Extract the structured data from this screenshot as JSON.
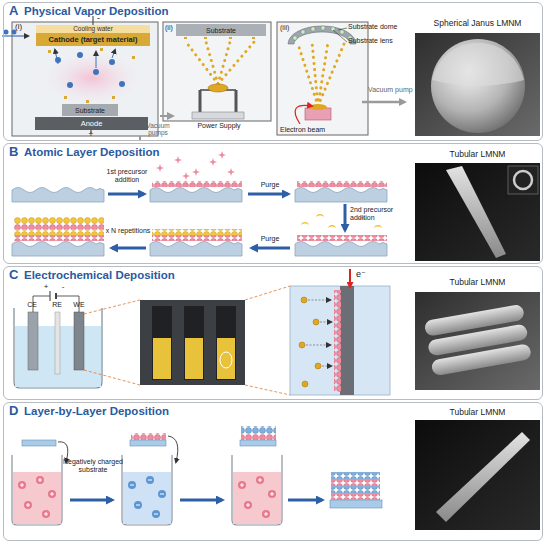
{
  "diagram": {
    "nodes": [
      {
        "text": [
          "A",
          "Physical Vapor Deposition"
        ]
      },
      {
        "text": [
          "Cooling water"
        ],
        "in": 0
      },
      {
        "text": [
          "Cathode (target material)"
        ],
        "in": 0
      },
      {
        "text": [
          "Substrate"
        ],
        "in": 0
      },
      {
        "text": [
          "Anode"
        ],
        "in": 0
      },
      {
        "text": [
          "Substrate"
        ],
        "in": 0
      },
      {
        "text": [
          "Spherical Janus LMNM"
        ],
        "in": 0
      },
      {
        "text": [
          "B",
          "Atomic Layer Deposition"
        ]
      },
      {
        "text": [
          "Tubular LMNM"
        ],
        "in": 7
      },
      {
        "text": [
          "C",
          "Electrochemical Deposition"
        ]
      },
      {
        "text": [
          "Tubular LMNM"
        ],
        "in": 9
      },
      {
        "text": [
          "D",
          "Layer-by-Layer Deposition"
        ]
      },
      {
        "text": [
          "Tubular LMNM"
        ],
        "in": 11
      }
    ],
    "labels": [
      "(i)",
      "-",
      "+",
      "Vacuum pumps",
      "(ii)",
      "Power Supply",
      "(iii)",
      "Substrate dome",
      "Substrate lens",
      "Vacuum pump",
      "Electron beam",
      "1st precursor addition",
      "Purge",
      "2nd precursor addition",
      "Purge",
      "x N repetitions",
      "+",
      "-",
      "CE",
      "RE",
      "WE",
      "e⁻",
      "Negatively charged substrate"
    ]
  }
}
